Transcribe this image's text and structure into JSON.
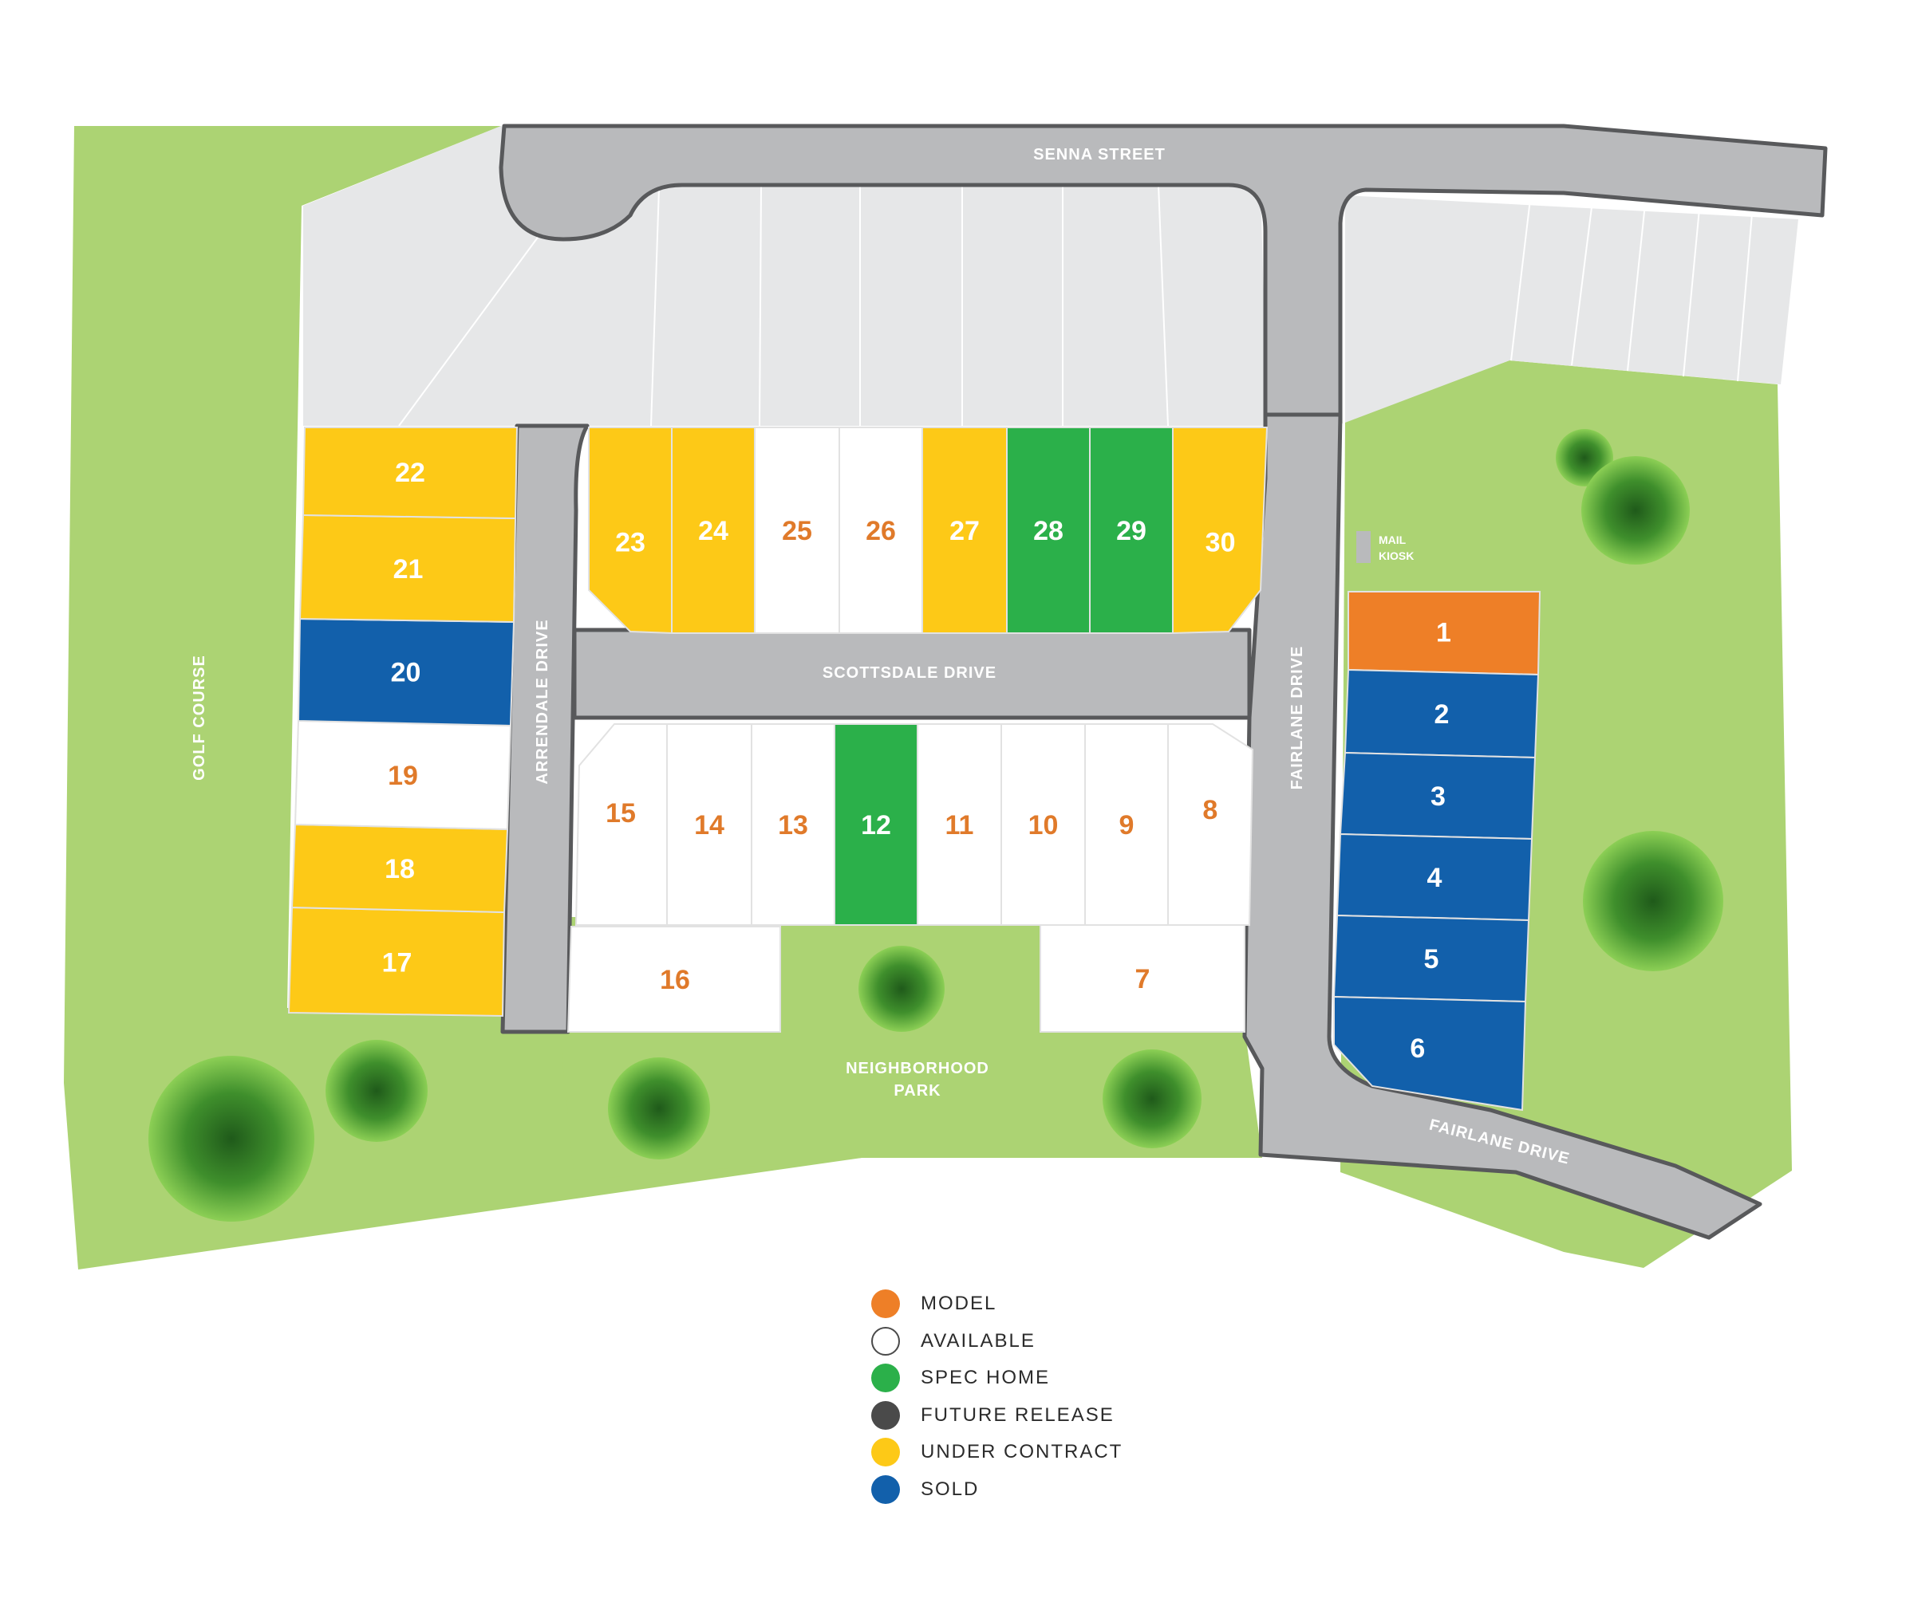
{
  "colors": {
    "model": "#ee7f27",
    "available": "#ffffff",
    "spec_home": "#2bb04a",
    "future_release": "#4a4a4a",
    "under_contract": "#fdc917",
    "sold": "#1260ab",
    "grass": "#acd373",
    "road": "#b9babc",
    "road_edge": "#58595b",
    "future_parcels": "#e6e7e8",
    "number_on_light": "#e07a2a",
    "number_on_dark": "#ffffff"
  },
  "streets": {
    "senna": "SENNA STREET",
    "scottsdale": "SCOTTSDALE DRIVE",
    "arrendale": "ARRENDALE DRIVE",
    "fairlane_vertical": "FAIRLANE DRIVE",
    "fairlane_diagonal": "FAIRLANE DRIVE"
  },
  "areas": {
    "golf_course": "GOLF COURSE",
    "park_line1": "NEIGHBORHOOD",
    "park_line2": "PARK",
    "mail_line1": "MAIL",
    "mail_line2": "KIOSK"
  },
  "lots": [
    {
      "number": "1",
      "status": "model"
    },
    {
      "number": "2",
      "status": "sold"
    },
    {
      "number": "3",
      "status": "sold"
    },
    {
      "number": "4",
      "status": "sold"
    },
    {
      "number": "5",
      "status": "sold"
    },
    {
      "number": "6",
      "status": "sold"
    },
    {
      "number": "7",
      "status": "available"
    },
    {
      "number": "8",
      "status": "available"
    },
    {
      "number": "9",
      "status": "available"
    },
    {
      "number": "10",
      "status": "available"
    },
    {
      "number": "11",
      "status": "available"
    },
    {
      "number": "12",
      "status": "spec_home"
    },
    {
      "number": "13",
      "status": "available"
    },
    {
      "number": "14",
      "status": "available"
    },
    {
      "number": "15",
      "status": "available"
    },
    {
      "number": "16",
      "status": "available"
    },
    {
      "number": "17",
      "status": "under_contract"
    },
    {
      "number": "18",
      "status": "under_contract"
    },
    {
      "number": "19",
      "status": "available"
    },
    {
      "number": "20",
      "status": "sold"
    },
    {
      "number": "21",
      "status": "under_contract"
    },
    {
      "number": "22",
      "status": "under_contract"
    },
    {
      "number": "23",
      "status": "under_contract"
    },
    {
      "number": "24",
      "status": "under_contract"
    },
    {
      "number": "25",
      "status": "available"
    },
    {
      "number": "26",
      "status": "available"
    },
    {
      "number": "27",
      "status": "under_contract"
    },
    {
      "number": "28",
      "status": "spec_home"
    },
    {
      "number": "29",
      "status": "spec_home"
    },
    {
      "number": "30",
      "status": "under_contract"
    }
  ],
  "legend": [
    {
      "key": "model",
      "label": "MODEL"
    },
    {
      "key": "available",
      "label": "AVAILABLE"
    },
    {
      "key": "spec_home",
      "label": "SPEC HOME"
    },
    {
      "key": "future_release",
      "label": "FUTURE RELEASE"
    },
    {
      "key": "under_contract",
      "label": "UNDER CONTRACT"
    },
    {
      "key": "sold",
      "label": "SOLD"
    }
  ]
}
